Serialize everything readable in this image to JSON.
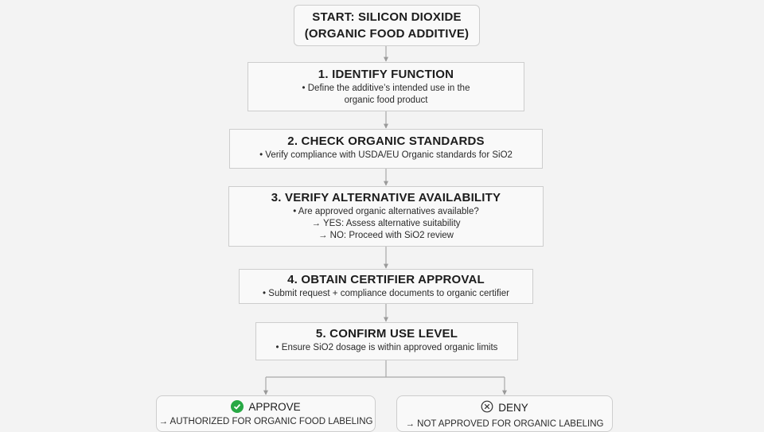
{
  "start": {
    "line1": "START: SILICON DIOXIDE",
    "line2": "(ORGANIC FOOD ADDITIVE)"
  },
  "steps": [
    {
      "title": "1. IDENTIFY FUNCTION",
      "lines": [
        "• Define the additive’s intended use in the",
        "organic food product"
      ]
    },
    {
      "title": "2. CHECK ORGANIC STANDARDS",
      "lines": [
        "• Verify compliance with USDA/EU Organic standards for SiO2"
      ]
    },
    {
      "title": "3. VERIFY ALTERNATIVE AVAILABILITY",
      "lines": [
        "• Are approved organic alternatives available?",
        "→ YES: Assess alternative suitability",
        "→ NO: Proceed with SiO2 review"
      ]
    },
    {
      "title": "4. OBTAIN CERTIFIER APPROVAL",
      "lines": [
        "• Submit request + compliance documents to organic certifier"
      ]
    },
    {
      "title": "5. CONFIRM USE LEVEL",
      "lines": [
        "• Ensure SiO2 dosage is within approved organic limits"
      ]
    }
  ],
  "outcomes": {
    "approve": {
      "label": "APPROVE",
      "detail": "→ AUTHORIZED FOR ORGANIC FOOD LABELING",
      "icon": "check-circle-icon",
      "color": "#27a844"
    },
    "deny": {
      "label": "DENY",
      "detail": "→ NOT APPROVED FOR ORGANIC LABELING",
      "icon": "x-circle-icon"
    }
  }
}
